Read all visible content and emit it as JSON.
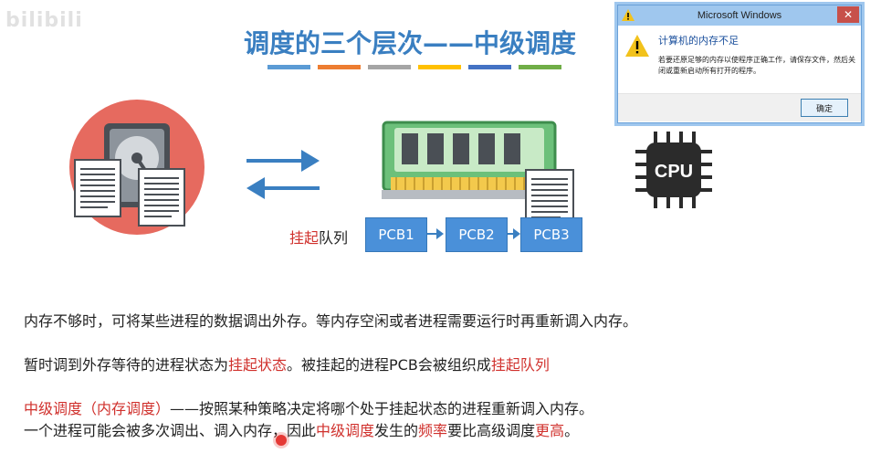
{
  "watermark": "bilibili",
  "slide": {
    "title": "调度的三个层次——中级调度",
    "bar_colors": [
      "#5b9bd5",
      "#ed7d31",
      "#a5a5a5",
      "#ffc000",
      "#4472c4",
      "#70ad47"
    ]
  },
  "diagram": {
    "queue_label_red": "挂起",
    "queue_label_rest": "队列",
    "pcbs": [
      "PCB1",
      "PCB2",
      "PCB3"
    ],
    "cpu_label": "CPU"
  },
  "paragraphs": {
    "p1": "内存不够时，可将某些进程的数据调出外存。等内存空闲或者进程需要运行时再重新调入内存。",
    "p2_a": "暂时调到外存等待的进程状态为",
    "p2_red1": "挂起状态",
    "p2_b": "。被挂起的进程PCB会被组织成",
    "p2_red2": "挂起队列",
    "p3_red": "中级调度（内存调度）",
    "p3_rest": "——按照某种策略决定将哪个处于挂起状态的进程重新调入内存。",
    "p4_a": "一个进程可能会被多次调出、调入内存，因此",
    "p4_red1": "中级调度",
    "p4_b": "发生的",
    "p4_red2": "频率",
    "p4_c": "要比高级调度",
    "p4_red3": "更高",
    "p4_d": "。"
  },
  "dialog": {
    "title": "Microsoft Windows",
    "close_glyph": "✕",
    "heading": "计算机的内存不足",
    "message": "若要还原足够的内存以使程序正确工作，请保存文件，然后关闭或重新启动所有打开的程序。",
    "ok_label": "确定"
  }
}
